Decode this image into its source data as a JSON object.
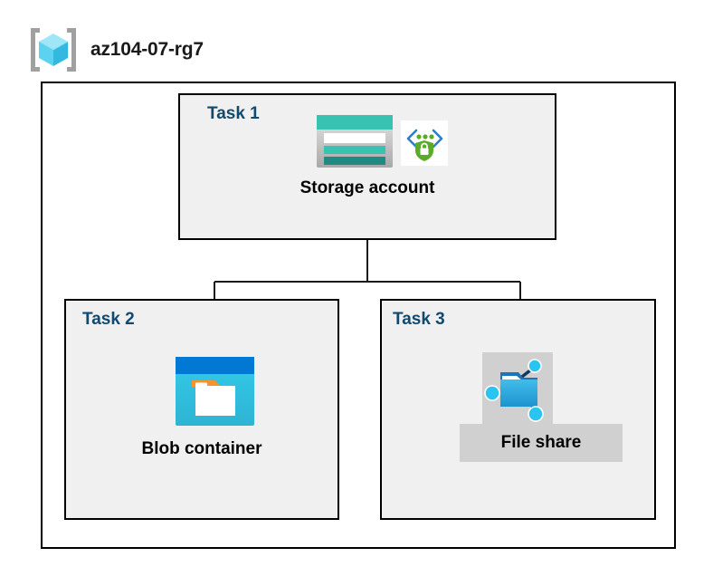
{
  "diagram": {
    "resource_group": {
      "name": "az104-07-rg7",
      "icon": "resource-group-cube-icon",
      "icon_colors": {
        "cube_light": "#9fe7f8",
        "cube_mid": "#5ad2f0",
        "cube_dark": "#33b8e0",
        "brackets": "#a0a0a0"
      }
    },
    "container": {
      "border_color": "#000000",
      "fill_color": "#ffffff"
    },
    "task_box_style": {
      "fill_color": "#f0f0f0",
      "border_color": "#000000",
      "label_color": "#12496f"
    },
    "tasks": [
      {
        "label": "Task 1",
        "node_caption": "Storage account",
        "icons": [
          "storage-account-icon",
          "private-endpoint-icon"
        ],
        "icon_colors": {
          "storage_header": "#37c2b1",
          "storage_body": "#c8c8c8",
          "storage_bar_white": "#ffffff",
          "storage_bar_mid": "#37c2b1",
          "storage_bar_dark": "#1f8a7f",
          "endpoint_chevron": "#2a7fc9",
          "endpoint_dot": "#5aab28",
          "endpoint_shield": "#5aab28"
        }
      },
      {
        "label": "Task 2",
        "node_caption": "Blob container",
        "icons": [
          "blob-container-icon"
        ],
        "icon_colors": {
          "header": "#0078d4",
          "body_top": "#32c8e8",
          "body_bottom": "#2fb9d8",
          "tag": "#f8932b",
          "document": "#ffffff"
        }
      },
      {
        "label": "Task 3",
        "node_caption": "File share",
        "icons": [
          "file-share-icon"
        ],
        "highlighted": true,
        "icon_colors": {
          "folder_front": "#29ace3",
          "folder_back": "#1b75bb",
          "node_dot": "#29c5f0",
          "connector": "#12395e",
          "highlight": "#d0d0d0"
        }
      }
    ],
    "connections": [
      {
        "from": "Storage account",
        "to": "Blob container"
      },
      {
        "from": "Storage account",
        "to": "File share"
      }
    ],
    "connector_color": "#1a1a1a"
  }
}
